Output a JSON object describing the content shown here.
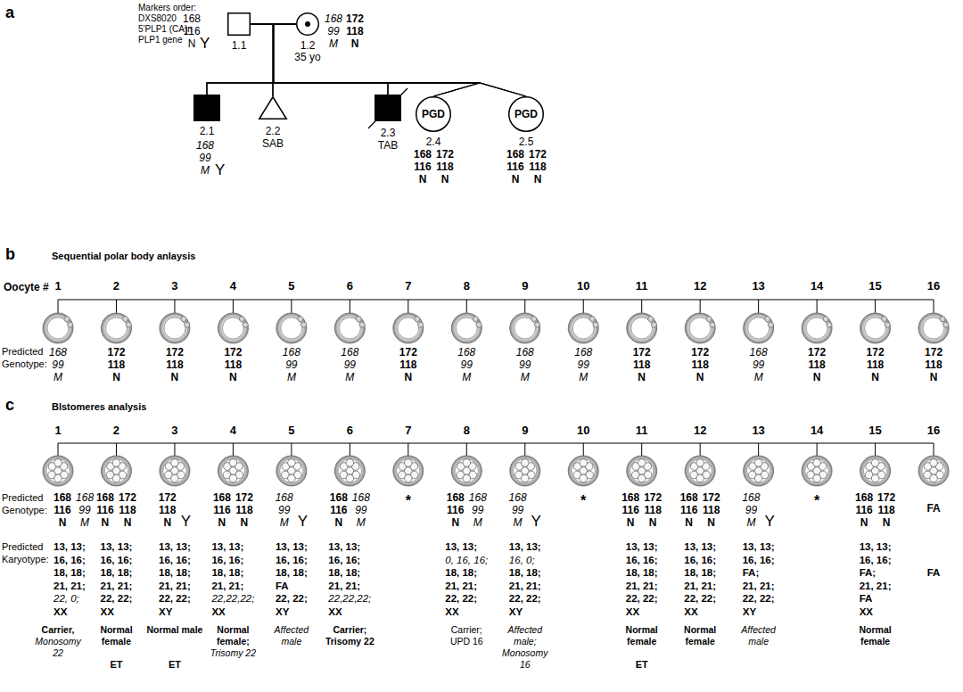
{
  "diagram": {
    "nodes": [
      {
        "text": [
          "168 116 N",
          "Y",
          "1.1"
        ]
      },
      {
        "text": [
          "1.2",
          "35 yo",
          "168 99 M",
          "172 118 N"
        ]
      },
      {
        "text": [
          "2.1",
          "168 99 M",
          "Y"
        ]
      },
      {
        "text": [
          "2.2",
          "SAB"
        ]
      },
      {
        "text": [
          "2.3",
          "TAB"
        ]
      },
      {
        "text": [
          "PGD",
          "2.4",
          "168 116 N",
          "172 118 N"
        ]
      },
      {
        "text": [
          "PGD",
          "2.5",
          "168 116 N",
          "172 118 N"
        ]
      }
    ],
    "edges": [
      {
        "from": 0,
        "to": 1,
        "arrow": "none"
      },
      {
        "from": 0,
        "to": 2,
        "arrow": "none"
      },
      {
        "from": 0,
        "to": 3,
        "arrow": "none"
      },
      {
        "from": 0,
        "to": 4,
        "arrow": "none"
      },
      {
        "from": 0,
        "to": 5,
        "arrow": "none"
      },
      {
        "from": 0,
        "to": 6,
        "arrow": "none"
      },
      {
        "from": 1,
        "to": 2,
        "arrow": "none"
      },
      {
        "from": 1,
        "to": 3,
        "arrow": "none"
      },
      {
        "from": 1,
        "to": 4,
        "arrow": "none"
      },
      {
        "from": 1,
        "to": 5,
        "arrow": "none"
      },
      {
        "from": 1,
        "to": 6,
        "arrow": "none"
      }
    ],
    "labels": [
      "a",
      "Markers order: DXS8020 5'PLP1 (CA)n PLP1 gene",
      "b",
      "Sequential polar body anlaysis",
      "Oocyte #",
      "1",
      "2",
      "3",
      "4",
      "5",
      "6",
      "7",
      "8",
      "9",
      "10",
      "11",
      "12",
      "13",
      "14",
      "15",
      "16",
      "Predicted Genotype:",
      "168 99 M",
      "172 118 N",
      "172 118 N",
      "172 118 N",
      "168 99 M",
      "168 99 M",
      "172 118 N",
      "168 99 M",
      "168 99 M",
      "168 99 M",
      "172 118 N",
      "172 118 N",
      "168 99 M",
      "172 118 N",
      "172 118 N",
      "172 118 N",
      "c",
      "Blstomeres analysis",
      "1",
      "2",
      "3",
      "4",
      "5",
      "6",
      "7",
      "8",
      "9",
      "10",
      "11",
      "12",
      "13",
      "14",
      "15",
      "16",
      "Predicted Genotype:",
      "168 116 N",
      "168 99 M",
      "168 116 N",
      "172 118 N",
      "172 118 N",
      "Y",
      "168 116 N",
      "172 118 N",
      "168 99 M",
      "Y",
      "168 116 N",
      "168 99 M",
      "*",
      "168 116 N",
      "168 99 M",
      "168 99 M",
      "Y",
      "*",
      "168 116 N",
      "172 118 N",
      "168 116 N",
      "172 118 N",
      "168 99 M",
      "Y",
      "*",
      "168 116 N",
      "172 118 N",
      "FA",
      "Predicted Karyotype:",
      "13, 13;",
      "16, 16;",
      "18, 18;",
      "21, 21;",
      "22, 0;",
      "XX",
      "13, 13;",
      "16, 16;",
      "18, 18;",
      "21, 21;",
      "22, 22;",
      "XX",
      "13, 13;",
      "16, 16;",
      "18, 18;",
      "21, 21;",
      "22, 22;",
      "XY",
      "13, 13;",
      "16, 16;",
      "18, 18;",
      "21, 21;",
      "22,22,22;",
      "XX",
      "13, 13;",
      "16, 16;",
      "18, 18;",
      "FA",
      "22, 22;",
      "XY",
      "13, 13;",
      "16, 16;",
      "18, 18;",
      "21, 21;",
      "22,22,22;",
      "XX",
      "13, 13;",
      "0, 16, 16;",
      "18, 18;",
      "21, 21;",
      "22, 22;",
      "XX",
      "13, 13;",
      "16, 0;",
      "18, 18;",
      "21, 21;",
      "22, 22;",
      "XY",
      "13, 13;",
      "16, 16;",
      "18, 18;",
      "21, 21;",
      "22, 22;",
      "XX",
      "13, 13;",
      "16, 16;",
      "18, 18;",
      "21, 21;",
      "22, 22;",
      "XX",
      "13, 13;",
      "16, 16;",
      "FA;",
      "21, 21;",
      "22, 22;",
      "XY",
      "13, 13;",
      "16, 16;",
      "FA;",
      "21, 21;",
      "FA",
      "XX",
      "FA",
      "Carrier,",
      "Monosomy 22",
      "Normal female",
      "Normal male",
      "Normal female;",
      "Trisomy 22",
      "Affected male",
      "Carrier;",
      "Trisomy 22",
      "Carrier;",
      "UPD 16",
      "Affected male;",
      "Monosomy 16",
      "Normal female",
      "Normal female",
      "Affected male",
      "Normal female",
      "ET",
      "ET",
      "ET"
    ]
  }
}
